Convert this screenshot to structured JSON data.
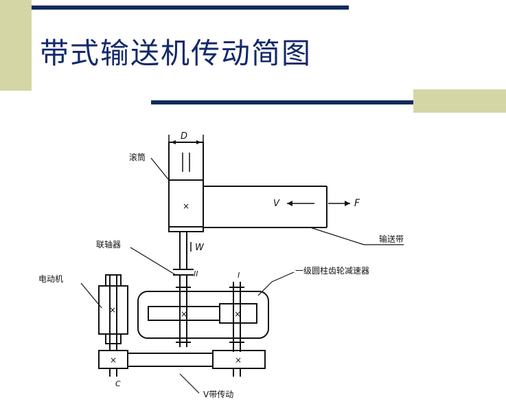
{
  "slide": {
    "title": "带式输送机传动简图",
    "colors": {
      "accent": "#d5d6a6",
      "bar": "#0f2a5e",
      "title": "#14296b",
      "line": "#111111"
    }
  },
  "diagram": {
    "labels": {
      "d": "D",
      "drum": "滚筒",
      "v_arrow": "V",
      "f_arrow": "F",
      "belt": "输送带",
      "coupling": "联轴器",
      "w": "W",
      "ii": "II",
      "i": "I",
      "reducer": "一级圆柱齿轮减速器",
      "motor": "电动机",
      "c": "C",
      "v_belt": "V带传动"
    }
  }
}
